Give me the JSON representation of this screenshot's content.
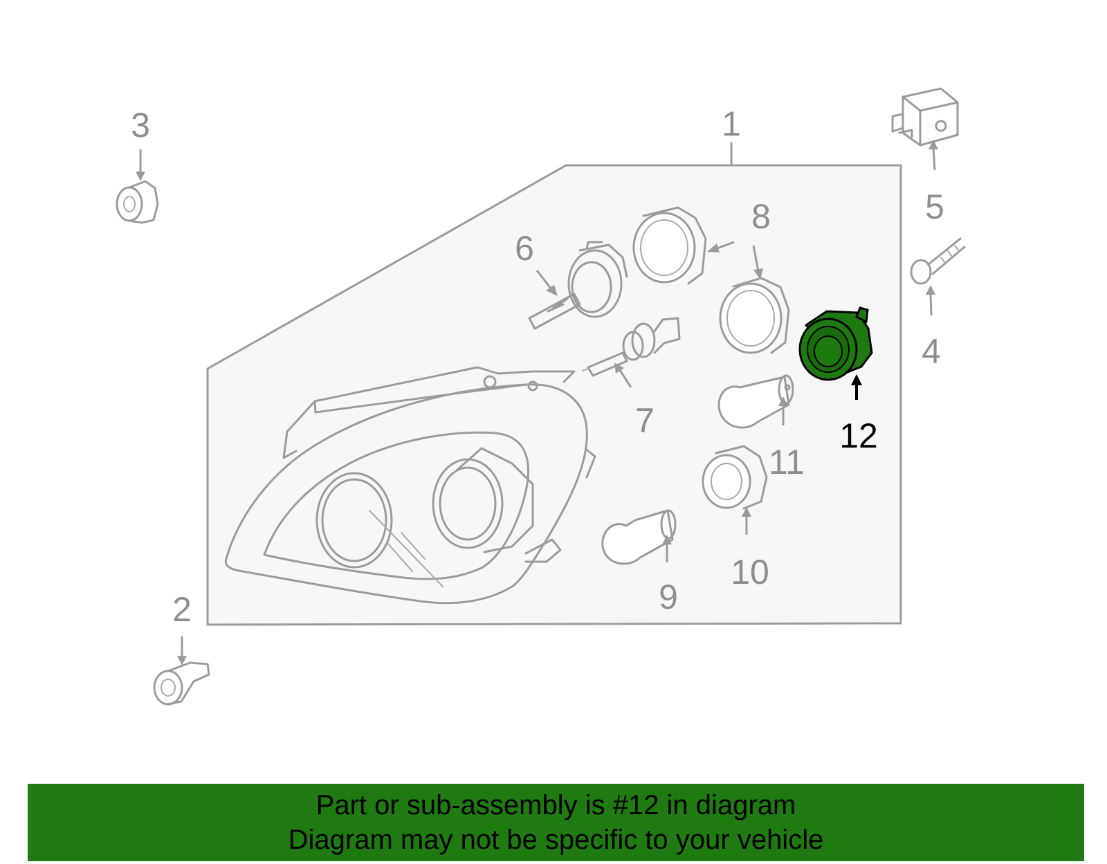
{
  "diagram": {
    "callouts": {
      "c1": "1",
      "c2": "2",
      "c3": "3",
      "c4": "4",
      "c5": "5",
      "c6": "6",
      "c7": "7",
      "c8": "8",
      "c9": "9",
      "c10": "10",
      "c11": "11",
      "c12": "12"
    },
    "highlighted_callout": "12",
    "colors": {
      "highlight_part": "#1e7a10",
      "banner_background": "#1f7a12",
      "panel_background": "#f7f7f7",
      "line_gray": "#9b9b9b"
    }
  },
  "banner": {
    "line1": "Part or sub-assembly is #12 in diagram",
    "line2": "Diagram may not be specific to your vehicle"
  }
}
